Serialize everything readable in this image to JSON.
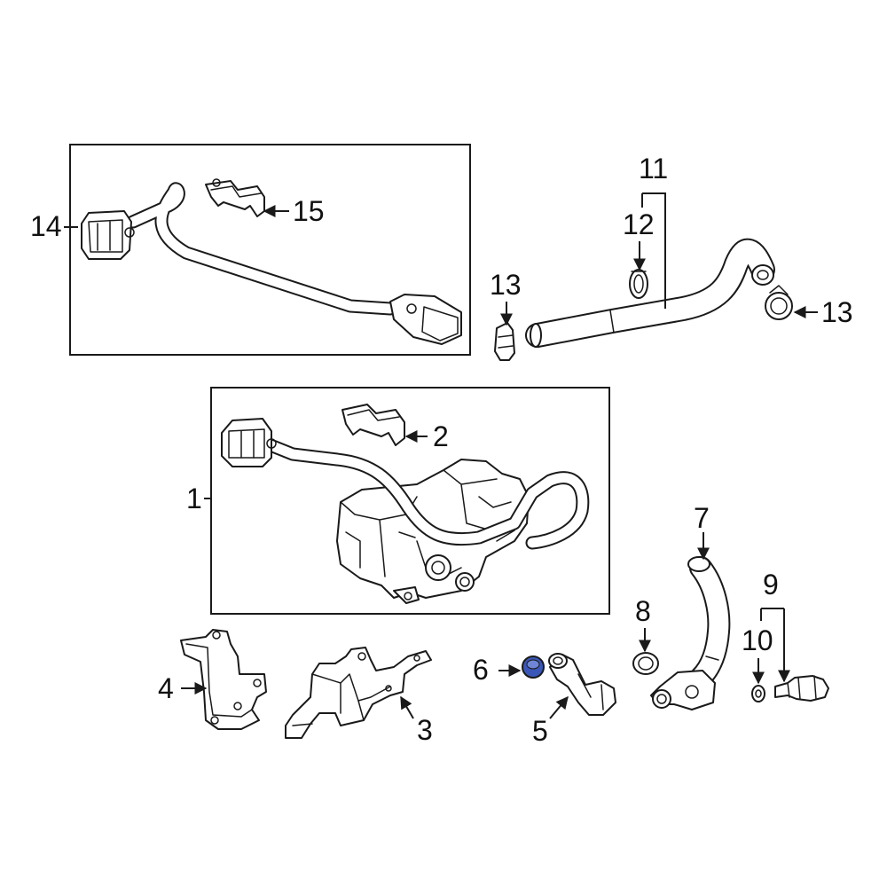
{
  "callouts": {
    "c1": "1",
    "c2": "2",
    "c3": "3",
    "c4": "4",
    "c5": "5",
    "c6": "6",
    "c7": "7",
    "c8": "8",
    "c9": "9",
    "c10": "10",
    "c11": "11",
    "c12": "12",
    "c13a": "13",
    "c13b": "13",
    "c14": "14",
    "c15": "15"
  },
  "colors": {
    "line": "#1a1a1a",
    "highlight_part": "#3a57b8",
    "background": "#ffffff"
  },
  "highlighted_part": "6"
}
